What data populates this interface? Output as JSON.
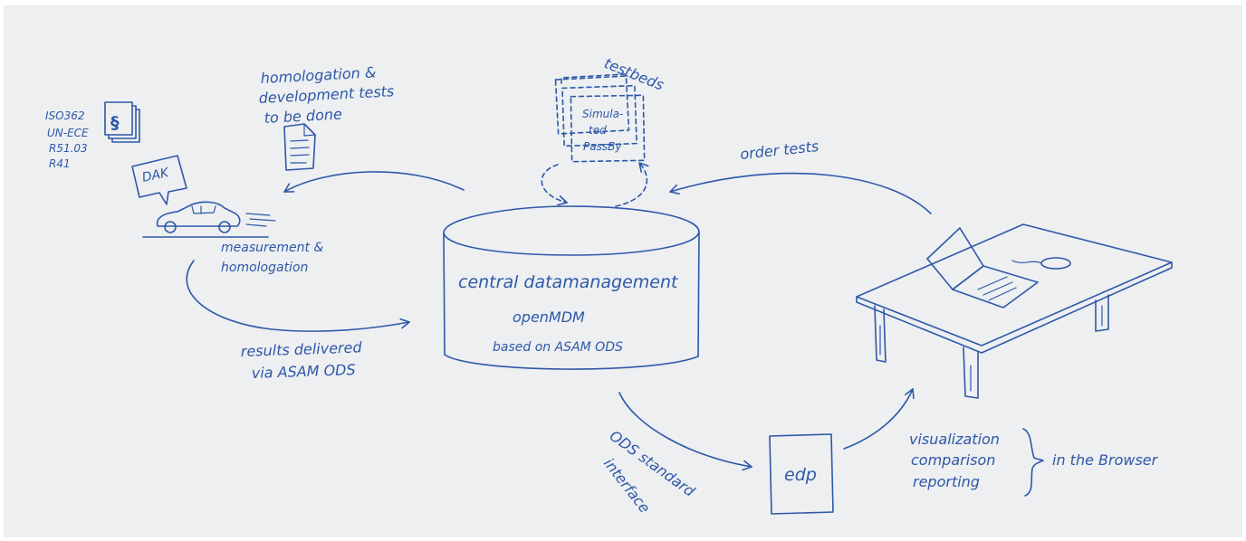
{
  "diagram": {
    "homologation_tasks": [
      "homologation &",
      "development tests",
      "to be done"
    ],
    "norms": [
      "ISO362",
      "UN-ECE",
      "R51.03",
      "R41"
    ],
    "paragraph_symbol": "§",
    "speech_label": "DAK",
    "measurement": [
      "measurement &",
      "homologation"
    ],
    "results": [
      "results delivered",
      "via ASAM ODS"
    ],
    "testbeds_label": "testbeds",
    "simulated": [
      "Simula-",
      "ted",
      "PassBy"
    ],
    "central": {
      "title": "central datamanagement",
      "product": "openMDM",
      "based_on": "based on ASAM ODS"
    },
    "order_tests": "order tests",
    "ods_interface": [
      "ODS standard",
      "interface"
    ],
    "edp_label": "edp",
    "capabilities": [
      "visualization",
      "comparison",
      "reporting"
    ],
    "browser_label": "in the Browser"
  }
}
